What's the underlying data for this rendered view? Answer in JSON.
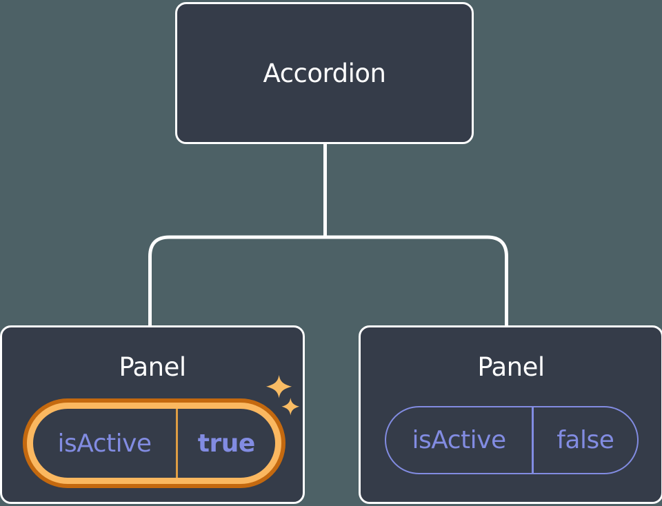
{
  "diagram": {
    "root": {
      "label": "Accordion"
    },
    "panels": [
      {
        "label": "Panel",
        "state_key": "isActive",
        "state_value": "true",
        "active": true,
        "decoration": "sparkles-icon"
      },
      {
        "label": "Panel",
        "state_key": "isActive",
        "state_value": "false",
        "active": false
      }
    ]
  },
  "colors": {
    "background": "#4D6166",
    "node-fill": "#353C49",
    "node-border": "#FFFFFF",
    "connector": "#FFFFFF",
    "label-text": "#FFFFFF",
    "state-purple": "#828CE2",
    "highlight-orange-dark": "#C4690F",
    "highlight-orange-light": "#FBB860",
    "highlight-divider": "#DE9D43",
    "sparkle-orange": "#F9BC64"
  }
}
